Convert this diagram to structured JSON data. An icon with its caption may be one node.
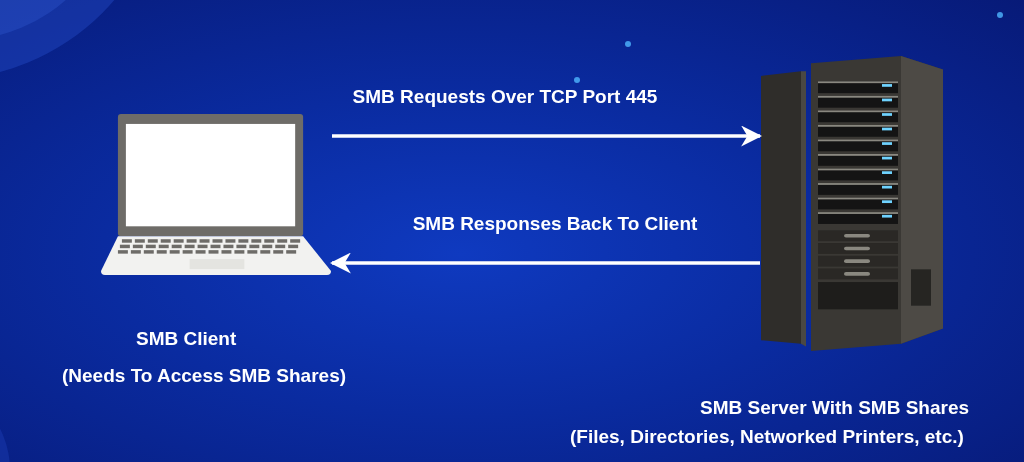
{
  "diagram": {
    "nodes": [
      {
        "text": [],
        "shape": "picture",
        "beside": [
          "SMB Client",
          "(Needs To Access SMB Shares)"
        ]
      },
      {
        "text": [],
        "shape": "picture",
        "beside": [
          "SMB Server With SMB Shares",
          "(Files, Directories, Networked Printers, etc.)"
        ]
      }
    ],
    "edges": [
      {
        "from": 0,
        "to": 1,
        "arrow": "to",
        "label": "SMB Requests Over TCP Port 445"
      },
      {
        "from": 1,
        "to": 0,
        "arrow": "to",
        "label": "SMB Responses Back To Client"
      }
    ]
  }
}
